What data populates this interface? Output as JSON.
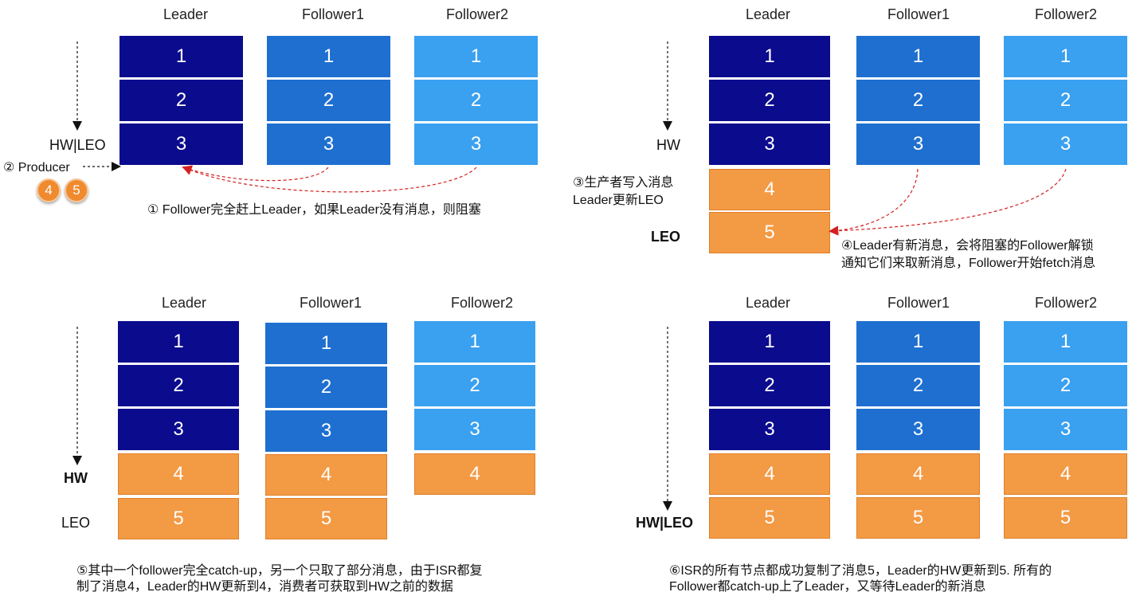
{
  "columns": {
    "leader": "Leader",
    "follower1": "Follower1",
    "follower2": "Follower2"
  },
  "cells": {
    "m1": "1",
    "m2": "2",
    "m3": "3",
    "m4": "4",
    "m5": "5"
  },
  "producer_badges": [
    "4",
    "5"
  ],
  "panel1": {
    "hw_leo_label": "HW|LEO",
    "producer_label": "② Producer",
    "note": "① Follower完全赶上Leader，如果Leader没有消息，则阻塞"
  },
  "panel2": {
    "hw_label": "HW",
    "write_note_line1": "③生产者写入消息",
    "write_note_line2": "Leader更新LEO",
    "leo_label": "LEO",
    "note_line1": "④Leader有新消息，会将阻塞的Follower解锁",
    "note_line2": "通知它们来取新消息，Follower开始fetch消息"
  },
  "panel3": {
    "hw_label": "HW",
    "leo_label": "LEO",
    "note_line1": "⑤其中一个follower完全catch-up，另一个只取了部分消息，由于ISR都复",
    "note_line2": "制了消息4，Leader的HW更新到4，消费者可获取到HW之前的数据"
  },
  "panel4": {
    "hw_leo_label": "HW|LEO",
    "note_line1": "⑥ISR的所有节点都成功复制了消息5，Leader的HW更新到5. 所有的",
    "note_line2": "Follower都catch-up上了Leader，又等待Leader的新消息"
  },
  "colors": {
    "leader": "#0b0b8e",
    "follower1": "#1e6fd0",
    "follower2": "#3aa0f0",
    "new_message": "#f39a44",
    "fetch_arrow": "#d42020"
  }
}
